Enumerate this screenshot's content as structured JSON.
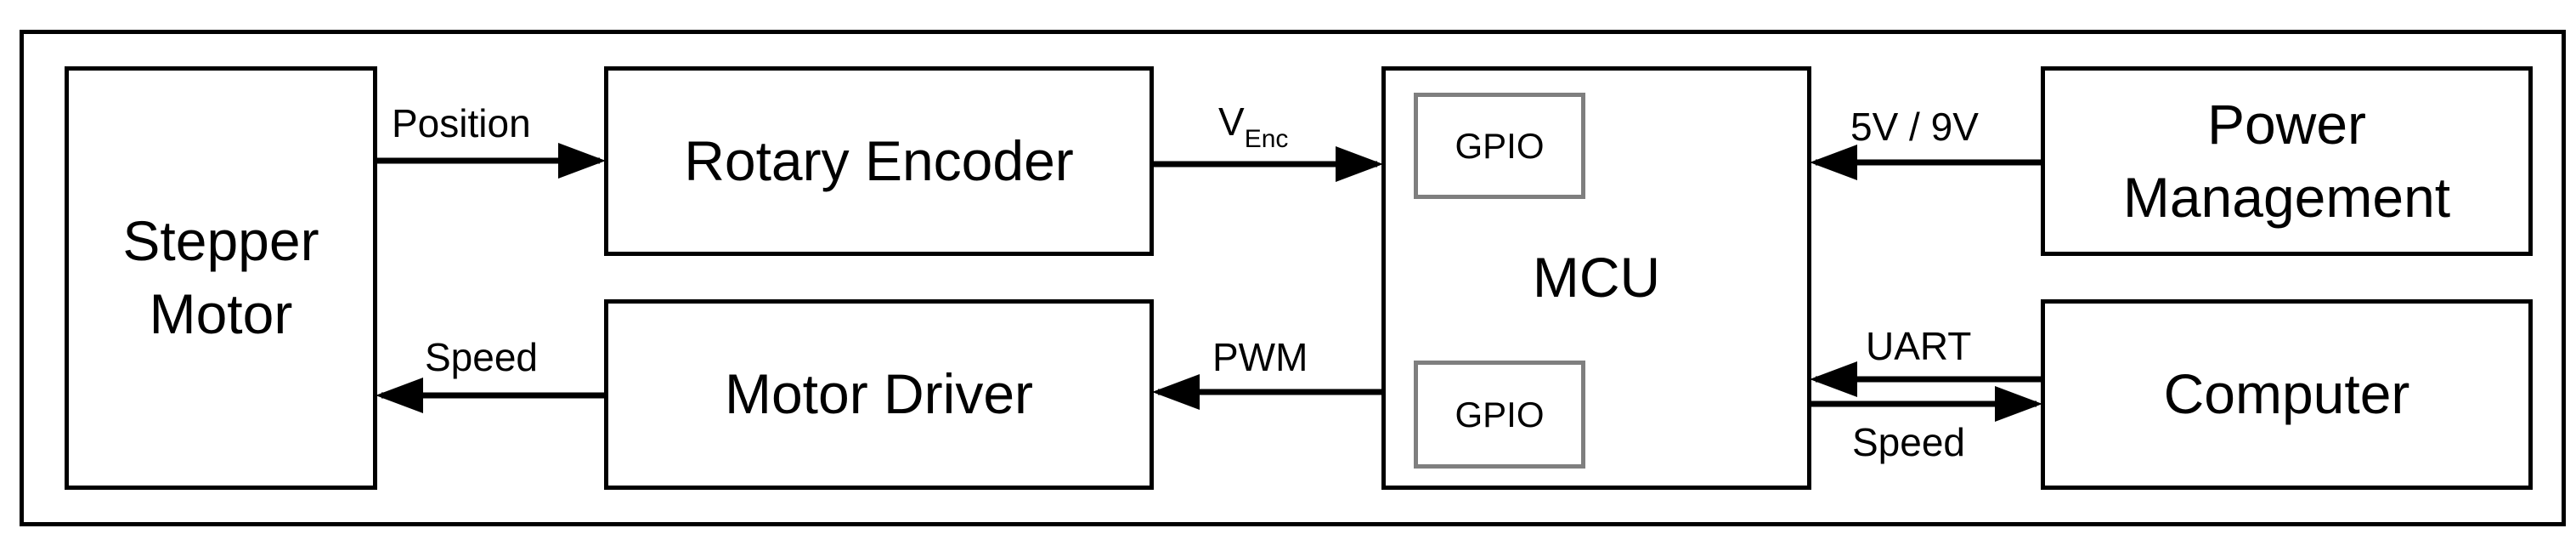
{
  "blocks": {
    "stepper_motor": "Stepper\nMotor",
    "rotary_encoder": "Rotary Encoder",
    "motor_driver": "Motor Driver",
    "mcu": "MCU",
    "power_management": "Power\nManagement",
    "computer": "Computer"
  },
  "gpio": {
    "top": "GPIO",
    "bottom": "GPIO"
  },
  "signals": {
    "position": "Position",
    "v_enc_main": "V",
    "v_enc_sub": "Enc",
    "supply": "5V / 9V",
    "speed_left": "Speed",
    "pwm": "PWM",
    "uart": "UART",
    "speed_right": "Speed"
  }
}
